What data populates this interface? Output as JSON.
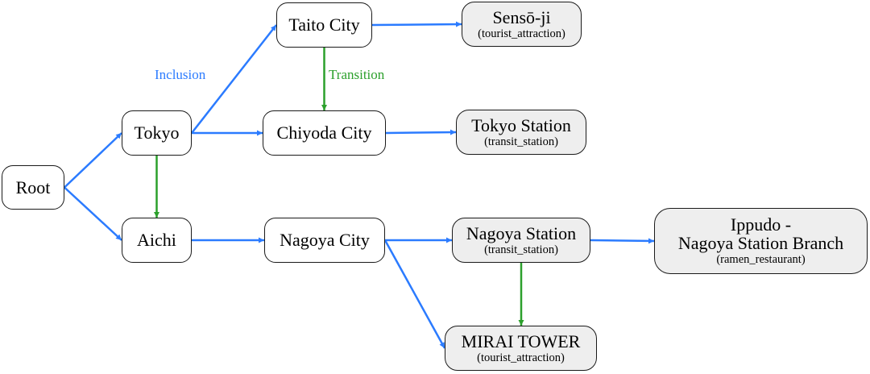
{
  "colors": {
    "inclusion": "#2b7bff",
    "transition": "#2ca02c",
    "node_border": "#1a1a1a",
    "node_fill": "#ffffff",
    "poi_fill": "#eeeeee"
  },
  "edge_labels": {
    "inclusion": "Inclusion",
    "transition": "Transition"
  },
  "nodes": {
    "root": {
      "title": "Root"
    },
    "tokyo": {
      "title": "Tokyo"
    },
    "aichi": {
      "title": "Aichi"
    },
    "taito": {
      "title": "Taito City"
    },
    "chiyoda": {
      "title": "Chiyoda City"
    },
    "nagoya_city": {
      "title": "Nagoya City"
    },
    "sensoji": {
      "title": "Sensō-ji",
      "category": "(tourist_attraction)"
    },
    "tokyo_station": {
      "title": "Tokyo Station",
      "category": "(transit_station)"
    },
    "nagoya_station": {
      "title": "Nagoya Station",
      "category": "(transit_station)"
    },
    "ippudo": {
      "title_line1": "Ippudo -",
      "title_line2": "Nagoya Station Branch",
      "category": "(ramen_restaurant)"
    },
    "mirai_tower": {
      "title": "MIRAI TOWER",
      "category": "(tourist_attraction)"
    }
  },
  "edges": [
    {
      "from": "root",
      "to": "tokyo",
      "type": "inclusion"
    },
    {
      "from": "root",
      "to": "aichi",
      "type": "inclusion"
    },
    {
      "from": "tokyo",
      "to": "taito",
      "type": "inclusion"
    },
    {
      "from": "tokyo",
      "to": "chiyoda",
      "type": "inclusion"
    },
    {
      "from": "tokyo",
      "to": "aichi",
      "type": "transition"
    },
    {
      "from": "taito",
      "to": "sensoji",
      "type": "inclusion"
    },
    {
      "from": "taito",
      "to": "chiyoda",
      "type": "transition"
    },
    {
      "from": "chiyoda",
      "to": "tokyo_station",
      "type": "inclusion"
    },
    {
      "from": "aichi",
      "to": "nagoya_city",
      "type": "inclusion"
    },
    {
      "from": "nagoya_city",
      "to": "nagoya_station",
      "type": "inclusion"
    },
    {
      "from": "nagoya_city",
      "to": "mirai_tower",
      "type": "inclusion"
    },
    {
      "from": "nagoya_station",
      "to": "ippudo",
      "type": "inclusion"
    },
    {
      "from": "nagoya_station",
      "to": "mirai_tower",
      "type": "transition"
    }
  ]
}
